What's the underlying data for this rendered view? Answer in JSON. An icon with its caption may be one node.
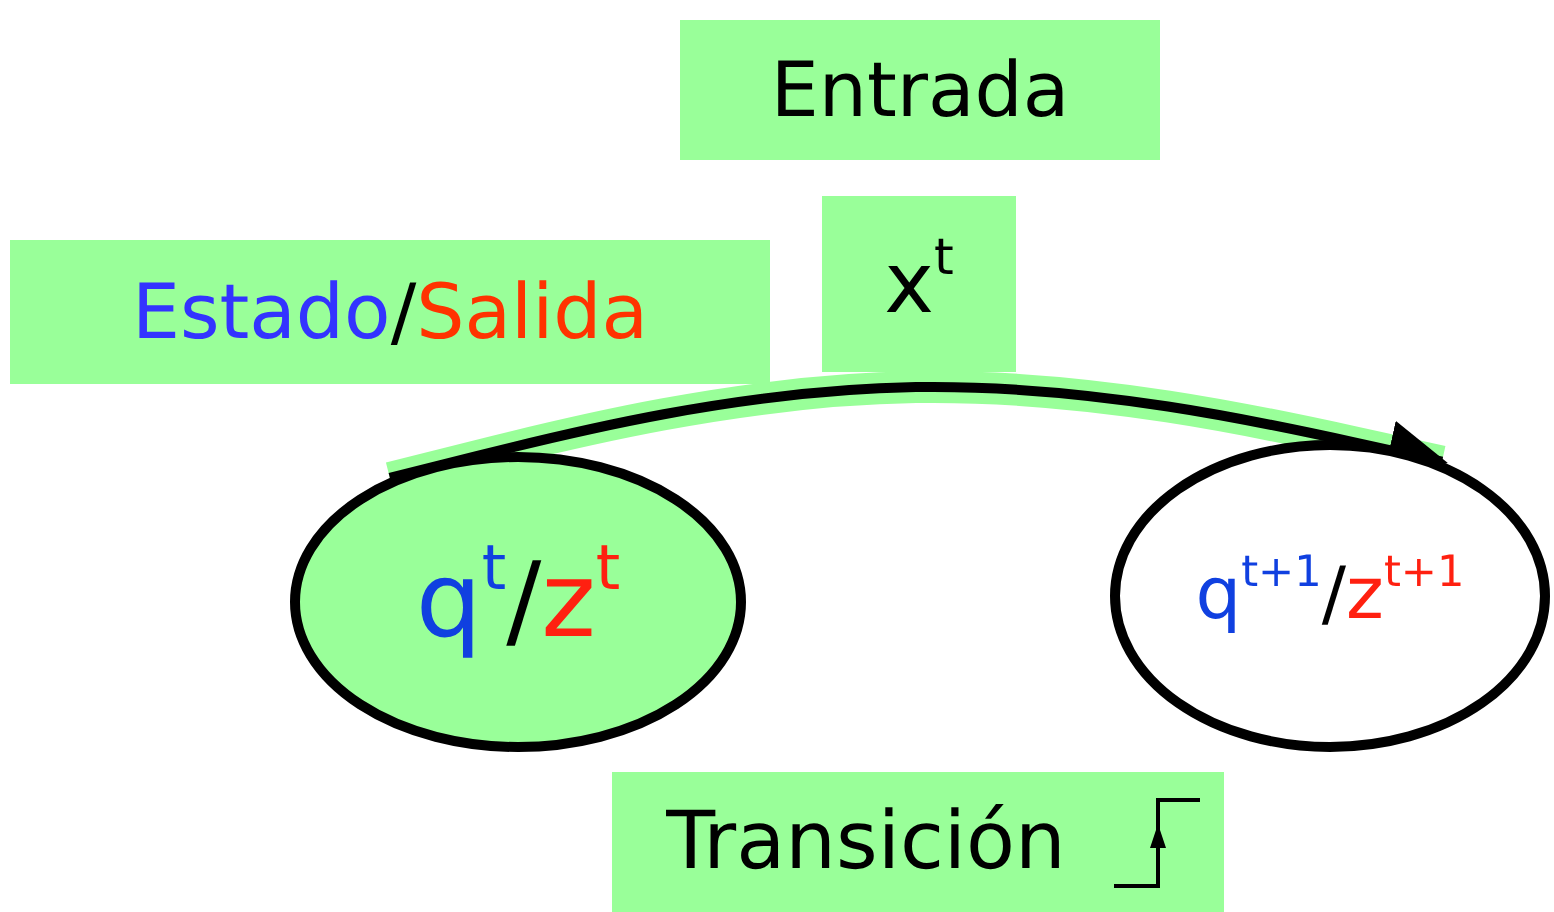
{
  "diagram": {
    "nodes": [
      {
        "text": [
          "Entrada"
        ]
      },
      {
        "text": [
          "x$^{t}$"
        ]
      },
      {
        "text": [
          "Estado/Salida"
        ]
      },
      {
        "text": [
          "q$^{t}$/z$^{t}$"
        ]
      },
      {
        "text": [
          "q$^{t+1}$/z$^{t+1}$"
        ]
      },
      {
        "text": [
          "Transición"
        ]
      }
    ],
    "edges": [
      {
        "from": 3,
        "to": 4,
        "arrow": "to"
      }
    ]
  }
}
